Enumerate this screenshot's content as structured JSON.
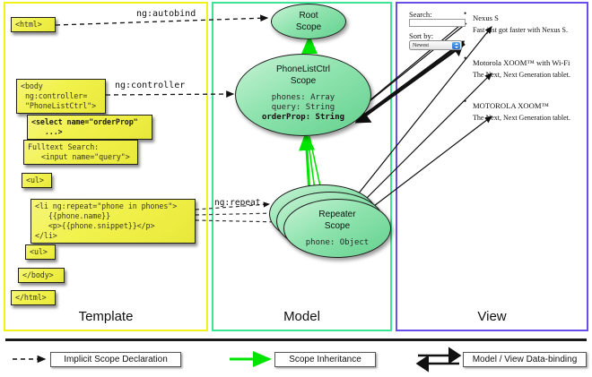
{
  "panels": {
    "template": {
      "label": "Template",
      "border_color": "#f2f21a"
    },
    "model": {
      "label": "Model",
      "border_color": "#3ae596"
    },
    "view": {
      "label": "View",
      "border_color": "#6a4ee8"
    }
  },
  "template_boxes": [
    {
      "name": "html-open",
      "text": "<html>"
    },
    {
      "name": "body-open",
      "text": "<body\n ng:controller=\n \"PhoneListCtrl\">"
    },
    {
      "name": "select-tag",
      "text": "<select name=\"orderProp\"\n   ...>"
    },
    {
      "name": "search-input-tag",
      "text": "Fulltext Search:\n   <input name=\"query\">"
    },
    {
      "name": "ul-open",
      "text": "<ul>"
    },
    {
      "name": "li-repeat",
      "text": "<li ng:repeat=\"phone in phones\">\n   {{phone.name}}\n   <p>{{phone.snippet}}</p>\n</li>"
    },
    {
      "name": "ul-close",
      "text": "<ul>"
    },
    {
      "name": "body-close",
      "text": "</body>"
    },
    {
      "name": "html-close",
      "text": "</html>"
    }
  ],
  "edge_labels": {
    "autobind": "ng:autobind",
    "controller": "ng:controller",
    "repeat": "ng:repeat"
  },
  "model_scopes": [
    {
      "name": "root-scope",
      "title_line1": "Root",
      "title_line2": "Scope",
      "properties": []
    },
    {
      "name": "phonelistctrl-scope",
      "title_line1": "PhoneListCtrl",
      "title_line2": "Scope",
      "properties": [
        {
          "text": "phones: Array",
          "bold": false
        },
        {
          "text": "query: String",
          "bold": false
        },
        {
          "text": "orderProp: String",
          "bold": true
        }
      ]
    },
    {
      "name": "repeater-scope",
      "title_line1": "Repeater",
      "title_line2": "Scope",
      "properties": [
        {
          "text": "phone: Object",
          "bold": false
        }
      ]
    }
  ],
  "view": {
    "search_label": "Search:",
    "search_value": "",
    "search_placeholder": "",
    "sort_label": "Sort by:",
    "sort_selected": "Newest",
    "sort_options": [
      "Newest"
    ],
    "phones": [
      {
        "name": "Nexus S",
        "snippet": "Fast just got faster with Nexus S."
      },
      {
        "name": "Motorola XOOM™ with Wi-Fi",
        "snippet": "The Next, Next Generation tablet."
      },
      {
        "name": "MOTOROLA XOOM™",
        "snippet": "The Next, Next Generation tablet."
      }
    ]
  },
  "legend": [
    {
      "name": "implicit-scope-declaration",
      "label": "Implicit Scope Declaration",
      "arrow": "dashed-black"
    },
    {
      "name": "scope-inheritance",
      "label": "Scope Inheritance",
      "arrow": "solid-green"
    },
    {
      "name": "model-view-data-binding",
      "label": "Model / View Data-binding",
      "arrow": "double-black"
    }
  ],
  "colors": {
    "inheritance_green": "#00e500",
    "box_yellow": "#f2f24e",
    "scope_green": "#8fe3ae"
  }
}
